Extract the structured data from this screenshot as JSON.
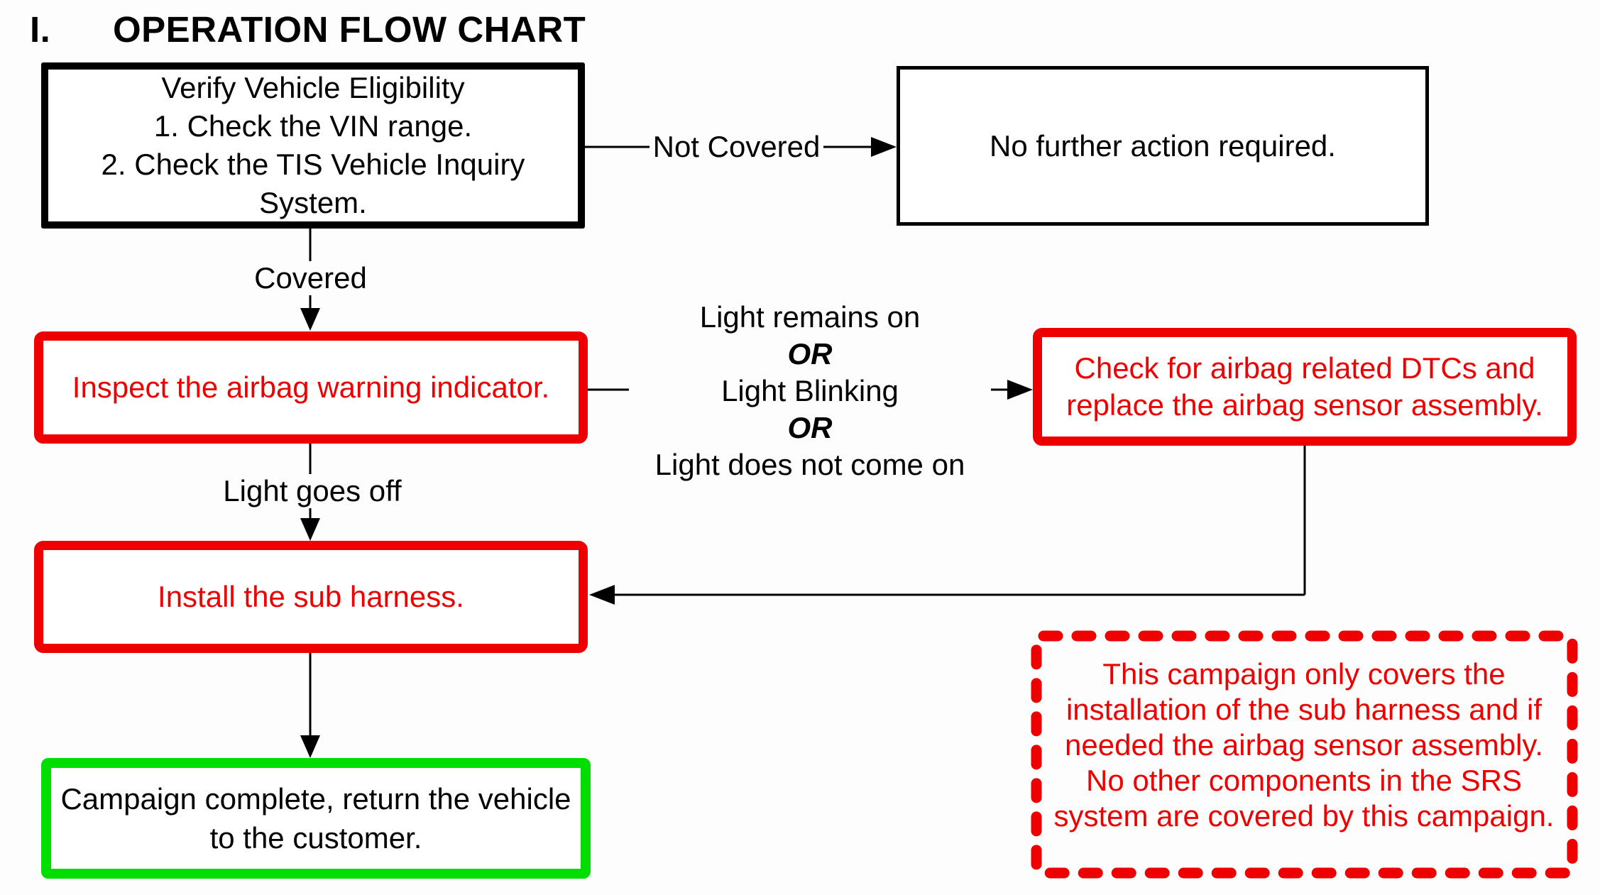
{
  "title": {
    "numeral": "I.",
    "text": "OPERATION FLOW CHART"
  },
  "colors": {
    "step_red": "#ee0000",
    "complete_green": "#00dd00",
    "neutral_black": "#000000"
  },
  "nodes": {
    "verify": {
      "lines": [
        "Verify Vehicle Eligibility",
        "1. Check the VIN range.",
        "2. Check the TIS Vehicle Inquiry",
        "System."
      ]
    },
    "no_action": {
      "text": "No further action required."
    },
    "inspect": {
      "text": "Inspect the airbag warning indicator."
    },
    "check_dtc": {
      "lines": [
        "Check for airbag related DTCs and",
        "replace the airbag sensor assembly."
      ]
    },
    "install": {
      "text": "Install the sub harness."
    },
    "complete": {
      "lines": [
        "Campaign complete, return the vehicle",
        "to the customer."
      ]
    },
    "note": {
      "lines": [
        "This campaign only covers the",
        "installation of the sub harness and if",
        "needed the airbag sensor assembly.",
        "No other components in the SRS",
        "system are covered by this campaign."
      ]
    }
  },
  "edges": {
    "not_covered": "Not Covered",
    "covered": "Covered",
    "light_goes_off": "Light goes off",
    "indicator_conditions": {
      "lines": [
        "Light remains on",
        "OR",
        "Light Blinking",
        "OR",
        "Light does not come on"
      ]
    }
  }
}
